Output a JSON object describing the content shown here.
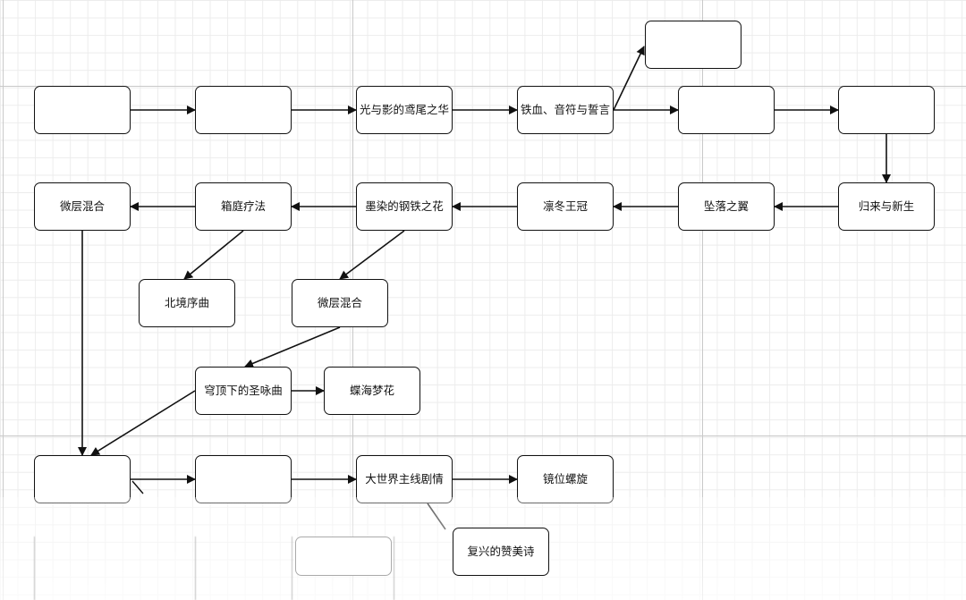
{
  "nodes": [
    {
      "id": "r1a",
      "label": "",
      "blurred": true
    },
    {
      "id": "r1b",
      "label": "",
      "blurred": true
    },
    {
      "id": "r1c",
      "label": "光与影的鸢尾之华"
    },
    {
      "id": "r1d",
      "label": "铁血、音符与誓言"
    },
    {
      "id": "top",
      "label": ""
    },
    {
      "id": "r1e",
      "label": "",
      "blurred": true
    },
    {
      "id": "r1f",
      "label": "",
      "blurred": true
    },
    {
      "id": "r2f",
      "label": "归来与新生"
    },
    {
      "id": "r2e",
      "label": "坠落之翼"
    },
    {
      "id": "r2d",
      "label": "凛冬王冠"
    },
    {
      "id": "r2c",
      "label": "墨染的钢铁之花"
    },
    {
      "id": "r2b",
      "label": "箱庭疗法"
    },
    {
      "id": "r2a",
      "label": "微层混合"
    },
    {
      "id": "n3a",
      "label": "北境序曲"
    },
    {
      "id": "n3b",
      "label": "微层混合"
    },
    {
      "id": "n4a",
      "label": "穹顶下的圣咏曲"
    },
    {
      "id": "n4b",
      "label": "蝶海梦花"
    },
    {
      "id": "r5a",
      "label": "",
      "blurred": true
    },
    {
      "id": "r5b",
      "label": "",
      "blurred": true
    },
    {
      "id": "r5c",
      "label": "大世界主线剧情"
    },
    {
      "id": "r5d",
      "label": "镜位螺旋"
    },
    {
      "id": "r6a",
      "label": "",
      "blurred": true
    },
    {
      "id": "r6c",
      "label": "复兴的赞美诗"
    }
  ],
  "edges": [
    [
      "r1a",
      "r1b"
    ],
    [
      "r1b",
      "r1c"
    ],
    [
      "r1c",
      "r1d"
    ],
    [
      "r1d",
      "r1e"
    ],
    [
      "r1d",
      "top"
    ],
    [
      "r1e",
      "r1f"
    ],
    [
      "r1f",
      "r2f"
    ],
    [
      "r2f",
      "r2e"
    ],
    [
      "r2e",
      "r2d"
    ],
    [
      "r2d",
      "r2c"
    ],
    [
      "r2c",
      "r2b"
    ],
    [
      "r2b",
      "r2a"
    ],
    [
      "r2b",
      "n3a"
    ],
    [
      "r2c",
      "n3b"
    ],
    [
      "n3b",
      "n4a"
    ],
    [
      "n4a",
      "n4b"
    ],
    [
      "n4a",
      "r5a"
    ],
    [
      "r2a",
      "r5a"
    ],
    [
      "r5a",
      "r5b"
    ],
    [
      "r5b",
      "r5c"
    ],
    [
      "r5c",
      "r5d"
    ],
    [
      "r5c",
      "r6c"
    ]
  ]
}
